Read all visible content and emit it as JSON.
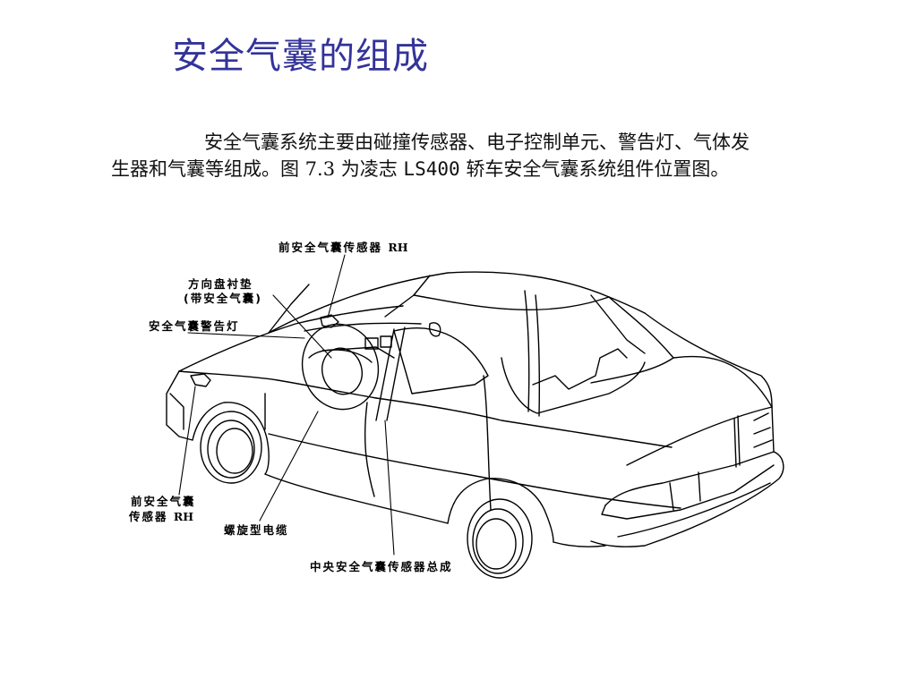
{
  "slide": {
    "title": "安全气囊的组成",
    "paragraph": {
      "line1": "安全气囊系统主要由碰撞传感器、电子控制单元、警告灯、气体发",
      "line2_pre": "生器和气囊等组成。图 7.3 为凌志 ",
      "line2_model": "LS400",
      "line2_post": " 轿车安全气囊系统组件位置图。"
    },
    "colors": {
      "title": "#33339a",
      "text": "#111111",
      "background": "#ffffff"
    }
  },
  "figure": {
    "description": "凌志 LS400 轿车安全气囊系统组件位置图 (line drawing)",
    "labels": {
      "front_sensor_rh_top": "前安全气囊传感器",
      "front_sensor_rh_top_suffix": "RH",
      "steering_pad_line1": "方向盘衬垫",
      "steering_pad_line2": "(带安全气囊)",
      "warning_lamp": "安全气囊警告灯",
      "front_sensor_rh_left_line1": "前安全气囊",
      "front_sensor_rh_left_line2": "传感器",
      "front_sensor_rh_left_suffix": "RH",
      "spiral_cable": "螺旋型电缆",
      "center_sensor_assembly": "中央安全气囊传感器总成"
    }
  }
}
